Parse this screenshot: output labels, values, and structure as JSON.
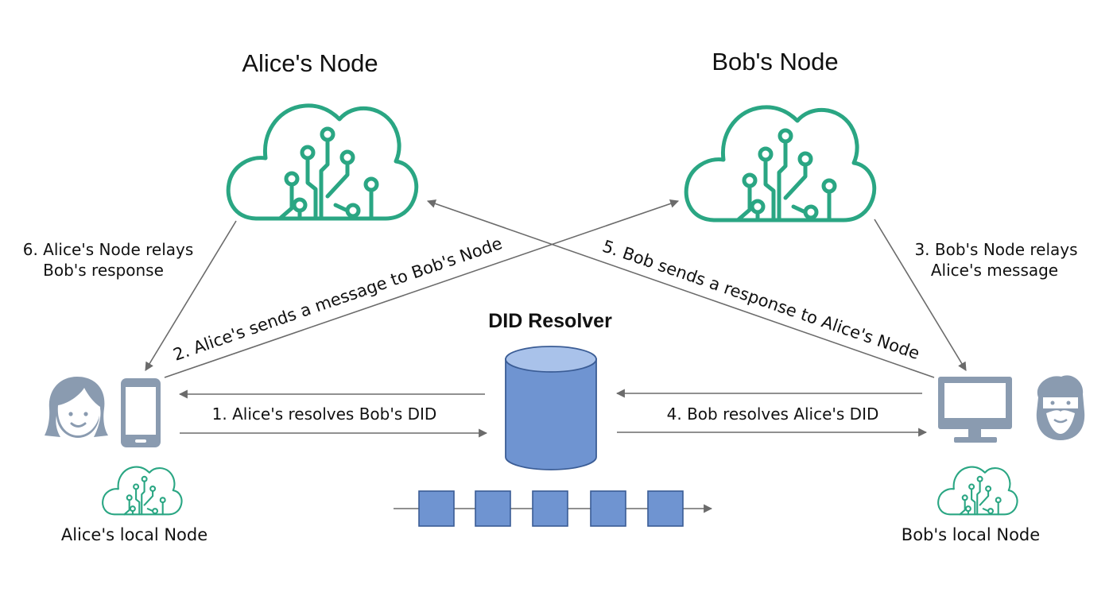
{
  "titles": {
    "alice_node": "Alice's Node",
    "bob_node": "Bob's Node",
    "did_resolver": "DID Resolver"
  },
  "labels": {
    "relay_alice": [
      "6. Alice's Node relays",
      "Bob's response"
    ],
    "relay_bob": [
      "3. Bob's Node relays",
      "Alice's message"
    ],
    "step_2": "2. Alice's sends a message to Bob's Node",
    "step_5": "5. Bob sends a response to Alice's Node",
    "step_1": "1. Alice's resolves Bob's DID",
    "step_4": "4. Bob resolves Alice's DID",
    "alice_local": "Alice's local Node",
    "bob_local": "Bob's local Node"
  },
  "icons": {
    "cloud": "cloud-node-icon",
    "alice": "alice-avatar-icon",
    "bob": "bob-avatar-icon",
    "phone": "phone-icon",
    "monitor": "monitor-icon",
    "database": "database-icon",
    "blockchain": "blockchain-icon"
  },
  "colors": {
    "cloud": "#2aa683",
    "device": "#8a9bb0",
    "db": "#6f94d1",
    "db_top": "#a9c2ea",
    "block": "#6f94d1",
    "arrow": "#6b6b6b"
  }
}
